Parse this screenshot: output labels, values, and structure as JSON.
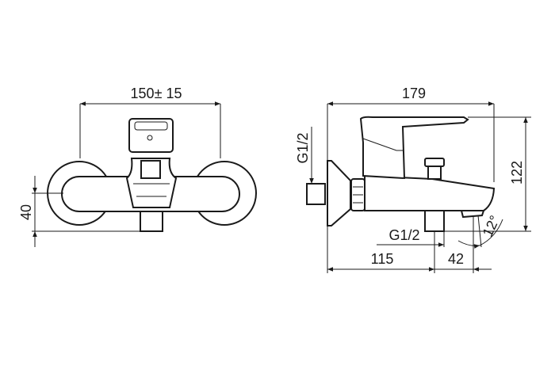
{
  "front_view": {
    "width_dimension": "150± 15",
    "depth_dimension": "40"
  },
  "side_view": {
    "length_dimension": "179",
    "height_dimension": "122",
    "inlet_thread": "G1/2",
    "outlet_thread": "G1/2",
    "outlet_distance": "115",
    "spout_offset": "42",
    "spout_angle": "12°"
  }
}
